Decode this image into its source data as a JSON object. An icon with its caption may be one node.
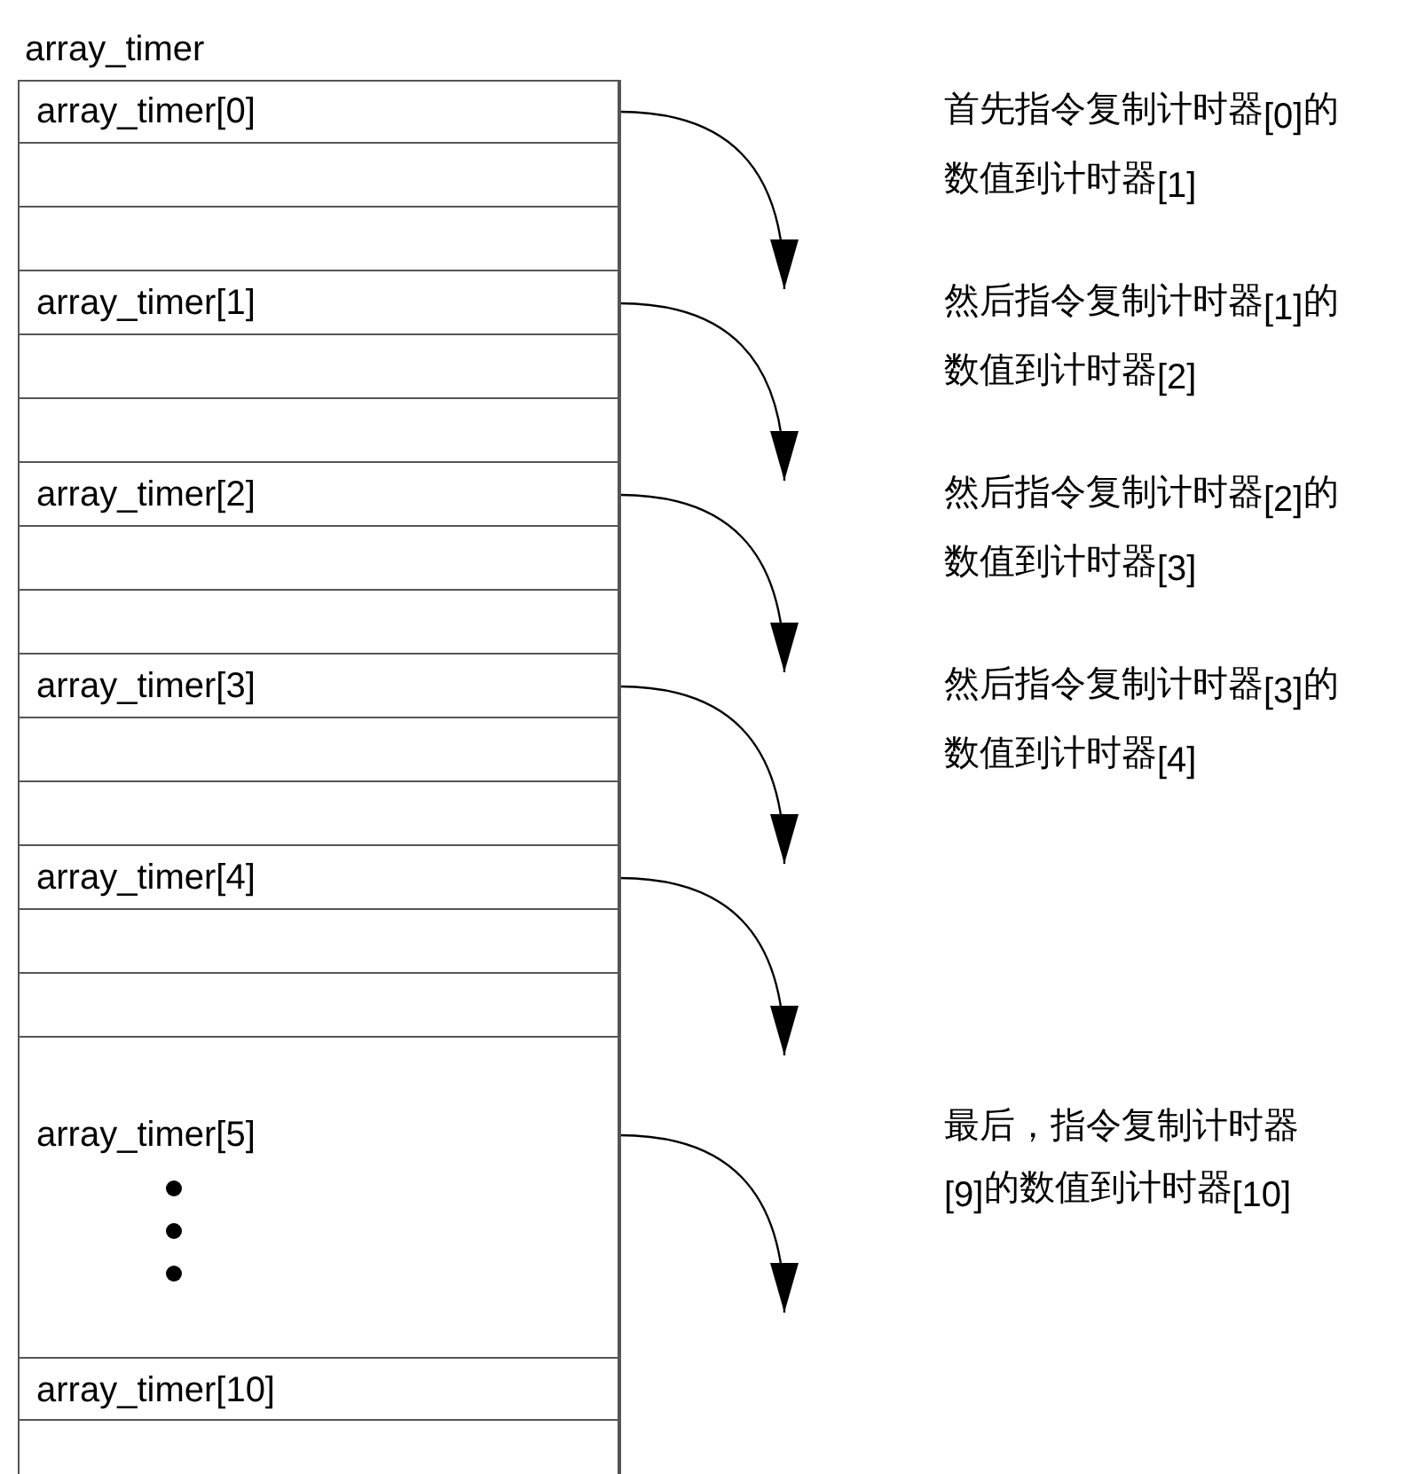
{
  "diagram": {
    "nodes": [
      {
        "text": [
          "array_timer"
        ]
      },
      {
        "text": [
          "array_timer[0]"
        ],
        "in": 0
      },
      {
        "text": [],
        "shape": "box",
        "in": 0
      },
      {
        "text": [],
        "shape": "box",
        "in": 0
      },
      {
        "text": [
          "array_timer[1]"
        ],
        "in": 0
      },
      {
        "text": [],
        "shape": "box",
        "in": 0
      },
      {
        "text": [],
        "shape": "box",
        "in": 0
      },
      {
        "text": [
          "array_timer[2]"
        ],
        "in": 0
      },
      {
        "text": [],
        "shape": "box",
        "in": 0
      },
      {
        "text": [],
        "shape": "box",
        "in": 0
      },
      {
        "text": [
          "array_timer[3]"
        ],
        "in": 0
      },
      {
        "text": [],
        "shape": "box",
        "in": 0
      },
      {
        "text": [],
        "shape": "box",
        "in": 0
      },
      {
        "text": [
          "array_timer[4]"
        ],
        "in": 0
      },
      {
        "text": [],
        "shape": "box",
        "in": 0
      },
      {
        "text": [],
        "shape": "box",
        "in": 0
      },
      {
        "text": [
          "array_timer[5]"
        ],
        "in": 0
      },
      {
        "text": [
          "array_timer[10]"
        ],
        "in": 0
      },
      {
        "text": [],
        "shape": "box",
        "in": 0
      }
    ],
    "edges": [
      {
        "from": 1,
        "to": null,
        "arrow": "to"
      },
      {
        "from": 4,
        "to": null,
        "arrow": "to"
      },
      {
        "from": 7,
        "to": null,
        "arrow": "to"
      },
      {
        "from": 10,
        "to": null,
        "arrow": "to"
      },
      {
        "from": 13,
        "to": null,
        "arrow": "to"
      },
      {
        "from": 16,
        "to": null,
        "arrow": "to"
      }
    ],
    "labels": [
      "首先指令复制计时器$_{[0]}$的数值到计时器$_{[1]}$",
      "然后指令复制计时器$_{[1]}$的数值到计时器$_{[2]}$",
      "然后指令复制计时器$_{[2]}$的数值到计时器$_{[3]}$",
      "然后指令复制计时器$_{[3]}$的数值到计时器$_{[4]}$",
      "最后，指令复制计时器$_{[9]}$的数值到计时器$_{[10]}$"
    ]
  }
}
